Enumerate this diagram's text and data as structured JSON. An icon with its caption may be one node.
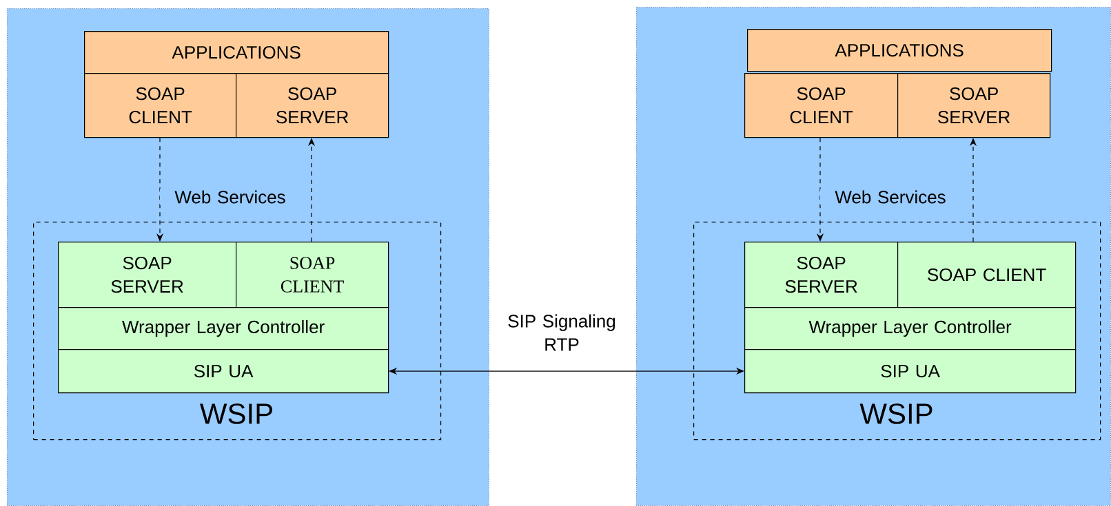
{
  "diagram": {
    "nodes": [
      {
        "text": [],
        "shape": "box"
      },
      {
        "text": [
          "APPLICATIONS"
        ],
        "in": 0
      },
      {
        "text": [
          "SOAP CLIENT"
        ],
        "in": 0
      },
      {
        "text": [
          "SOAP SERVER"
        ],
        "in": 0
      },
      {
        "text": [
          "WSIP"
        ],
        "in": 0
      },
      {
        "text": [
          "SOAP SERVER"
        ],
        "in": 4
      },
      {
        "text": [
          "SOAP CLIENT"
        ],
        "in": 4
      },
      {
        "text": [
          "Wrapper Layer Controller"
        ],
        "in": 4
      },
      {
        "text": [
          "SIP UA"
        ],
        "in": 4
      },
      {
        "text": [],
        "shape": "box"
      },
      {
        "text": [
          "APPLICATIONS"
        ],
        "in": 9
      },
      {
        "text": [
          "SOAP CLIENT"
        ],
        "in": 9
      },
      {
        "text": [
          "SOAP SERVER"
        ],
        "in": 9
      },
      {
        "text": [
          "WSIP"
        ],
        "in": 9
      },
      {
        "text": [
          "SOAP SERVER"
        ],
        "in": 13
      },
      {
        "text": [
          "SOAP CLIENT"
        ],
        "in": 13
      },
      {
        "text": [
          "Wrapper Layer Controller"
        ],
        "in": 13
      },
      {
        "text": [
          "SIP UA"
        ],
        "in": 13
      }
    ],
    "edges": [
      {
        "from": 2,
        "to": 5,
        "arrow": "to",
        "style": "dashed",
        "label": "Web Services"
      },
      {
        "from": 6,
        "to": 3,
        "arrow": "to",
        "style": "dashed"
      },
      {
        "from": 11,
        "to": 14,
        "arrow": "to",
        "style": "dashed",
        "label": "Web Services"
      },
      {
        "from": 15,
        "to": 12,
        "arrow": "to",
        "style": "dashed"
      },
      {
        "from": 8,
        "to": 17,
        "arrow": "both",
        "label": "SIP Signaling RTP"
      }
    ]
  }
}
